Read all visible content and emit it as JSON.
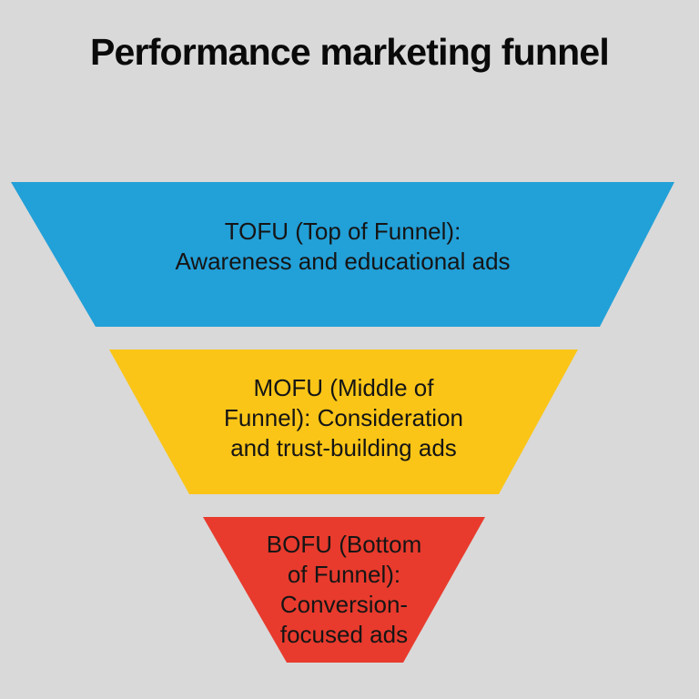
{
  "title": "Performance marketing funnel",
  "colors": {
    "background": "#d9d9d9",
    "title_text": "#0a0a0a",
    "label_text": "#151515"
  },
  "funnel": {
    "stages": [
      {
        "id": "tofu",
        "label": "TOFU (Top of Funnel):\nAwareness and educational ads",
        "color": "#22a0d8"
      },
      {
        "id": "mofu",
        "label": "MOFU (Middle of\nFunnel): Consideration\nand trust-building ads",
        "color": "#fac517"
      },
      {
        "id": "bofu",
        "label": "BOFU (Bottom\nof Funnel):\nConversion-\nfocused ads",
        "color": "#e83b2d"
      }
    ]
  }
}
